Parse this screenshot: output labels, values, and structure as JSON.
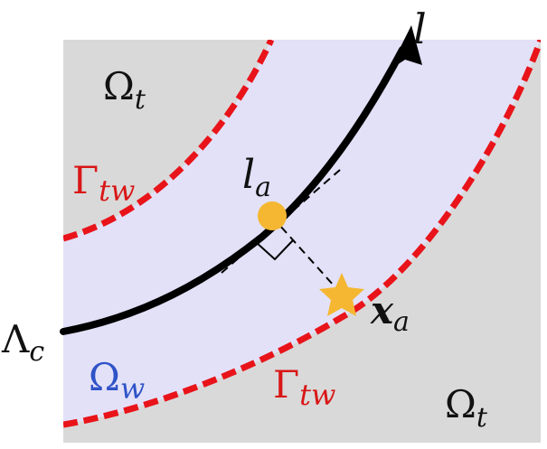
{
  "colors": {
    "tissue_bg": "#d9d9d9",
    "wall_band": "#e3e1f8",
    "boundary": "#e8141a",
    "centerline": "#000000",
    "marker": "#f5b731",
    "omega_w": "#2f53c8",
    "gamma": "#d91616",
    "text": "#111111"
  },
  "labels": {
    "l": "l",
    "omega_t_top": {
      "main": "Ω",
      "sub": "t"
    },
    "omega_t_bottom": {
      "main": "Ω",
      "sub": "t"
    },
    "gamma_tw_top": {
      "main": "Γ",
      "sub": "tw"
    },
    "gamma_tw_bottom": {
      "main": "Γ",
      "sub": "tw"
    },
    "l_a": {
      "main": "l",
      "sub": "a"
    },
    "x_a": {
      "main": "x",
      "sub": "a"
    },
    "lambda_c": {
      "main": "Λ",
      "sub": "c"
    },
    "omega_w": {
      "main": "Ω",
      "sub": "w"
    }
  },
  "icons": {
    "point_la": "circle-marker-icon",
    "point_xa": "star-marker-icon",
    "perpendicular": "right-angle-icon"
  }
}
